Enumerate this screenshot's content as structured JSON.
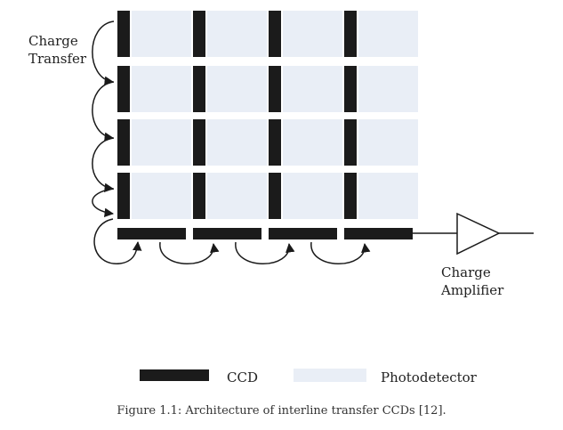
{
  "labels": {
    "charge_transfer": [
      "Charge",
      "Transfer"
    ],
    "charge_amplifier": [
      "Charge",
      "Amplifier"
    ]
  },
  "legend": {
    "ccd": "CCD",
    "photodetector": "Photodetector"
  },
  "caption": "Figure 1.1: Architecture of interline transfer CCDs [12].",
  "grid": {
    "columns": 4,
    "rows": 4
  },
  "colors": {
    "ccd": "#1b1b1b",
    "photodetector": "#e9eef6",
    "line": "#1a1a1a"
  }
}
